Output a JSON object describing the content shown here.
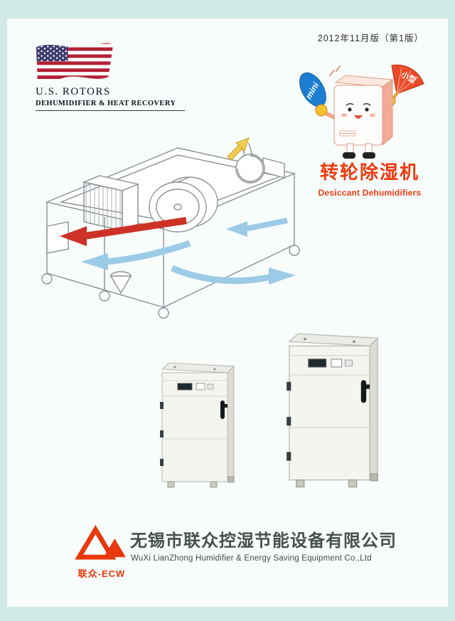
{
  "edition": "2012年11月版（第1版）",
  "brand": {
    "name": "U.S. ROTORS",
    "tagline": "DEHUMIDIFIER & HEAT RECOVERY"
  },
  "mascot": {
    "bubble_label": "mini",
    "fan_label": "小型"
  },
  "product": {
    "title_cn": "转轮除湿机",
    "title_en": "Desiccant Dehumidifiers"
  },
  "footer": {
    "logo_text": "联众-ECW",
    "company_cn": "无锡市联众控湿节能设备有限公司",
    "company_en": "WuXi LianZhong Humidifier & Energy Saving Equipment Co.,Ltd"
  },
  "colors": {
    "page_bg": "#cfe9e5",
    "paper": "#f8fcfa",
    "accent_red": "#ee3a10",
    "flow_red": "#ce3226",
    "flow_blue": "#9ccbe8",
    "flow_yellow": "#f3cb52",
    "balloon_blue": "#1b7ed2",
    "mascot_pink": "#f2ab96",
    "glove_yellow": "#f6c12f"
  }
}
